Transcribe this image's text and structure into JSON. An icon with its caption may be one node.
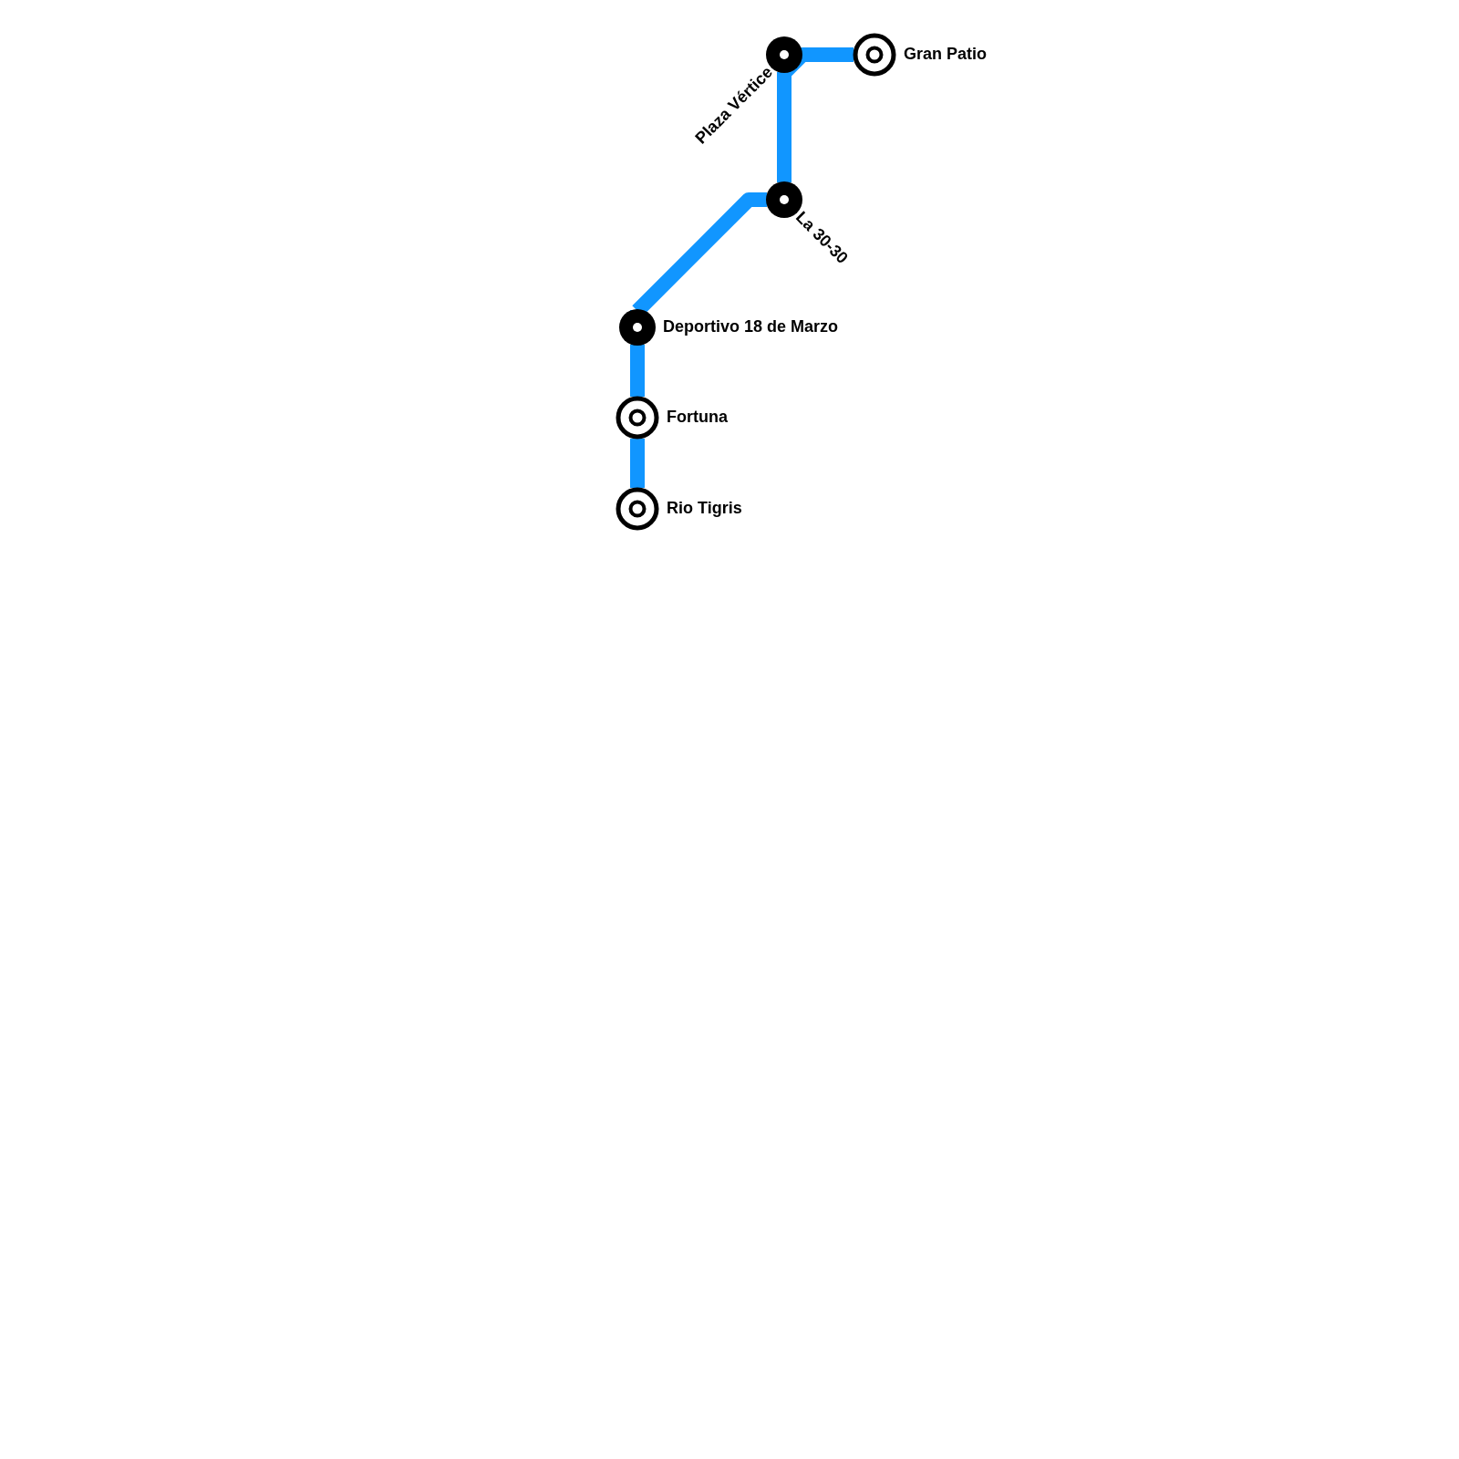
{
  "diagram": {
    "nodes": [
      {
        "text": [],
        "shape": "circle",
        "beside": [
          "Plaza Vértice"
        ]
      },
      {
        "text": [],
        "shape": "circle",
        "beside": [
          "Gran Patio"
        ]
      },
      {
        "text": [],
        "shape": "circle",
        "beside": [
          "La 30-30"
        ]
      },
      {
        "text": [],
        "shape": "circle",
        "beside": [
          "Deportivo 18 de Marzo"
        ]
      },
      {
        "text": [],
        "shape": "circle",
        "beside": [
          "Fortuna"
        ]
      },
      {
        "text": [],
        "shape": "circle",
        "beside": [
          "Rio Tigris"
        ]
      }
    ],
    "edges": [
      {
        "from": 1,
        "to": 0,
        "arrow": "none"
      },
      {
        "from": 0,
        "to": 2,
        "arrow": "none"
      },
      {
        "from": 2,
        "to": 3,
        "arrow": "none"
      },
      {
        "from": 3,
        "to": 4,
        "arrow": "none"
      },
      {
        "from": 4,
        "to": 5,
        "arrow": "none"
      }
    ]
  }
}
